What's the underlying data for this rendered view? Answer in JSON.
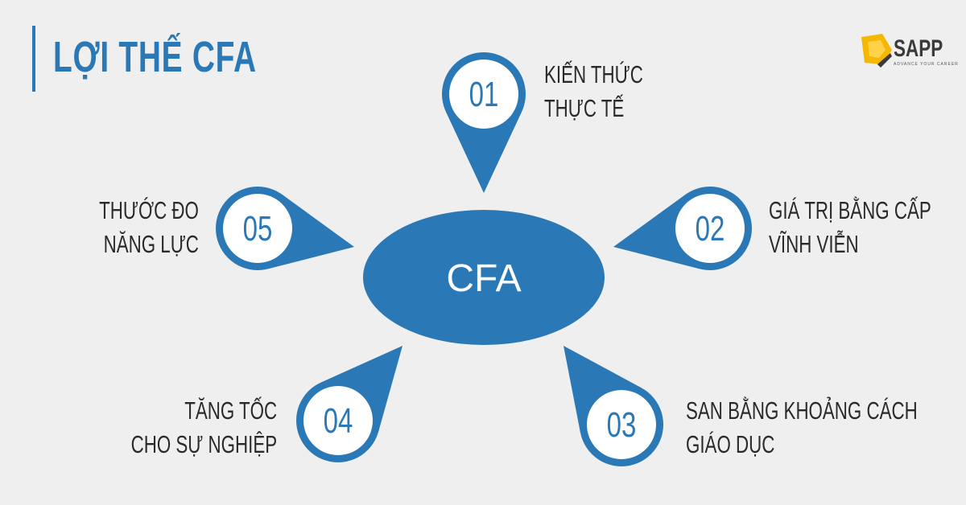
{
  "title": "LỢI THẾ CFA",
  "logo": {
    "text": "SAPP",
    "tagline": "ADVANCE YOUR CAREER"
  },
  "colors": {
    "accent": "#2a78b5",
    "background": "#efefef",
    "text": "#2a2a2a",
    "logo": "#f5b700"
  },
  "center": {
    "label": "CFA"
  },
  "items": [
    {
      "number": "01",
      "lines": [
        "KIẾN THỨC",
        "THỰC TẾ"
      ]
    },
    {
      "number": "02",
      "lines": [
        "GIÁ TRỊ BẰNG CẤP",
        "VĨNH VIỄN"
      ]
    },
    {
      "number": "03",
      "lines": [
        "SAN BẰNG KHOẢNG CÁCH",
        "GIÁO DỤC"
      ]
    },
    {
      "number": "04",
      "lines": [
        "TĂNG TỐC",
        "CHO SỰ NGHIỆP"
      ]
    },
    {
      "number": "05",
      "lines": [
        "THƯỚC ĐO",
        "NĂNG LỰC"
      ]
    }
  ]
}
